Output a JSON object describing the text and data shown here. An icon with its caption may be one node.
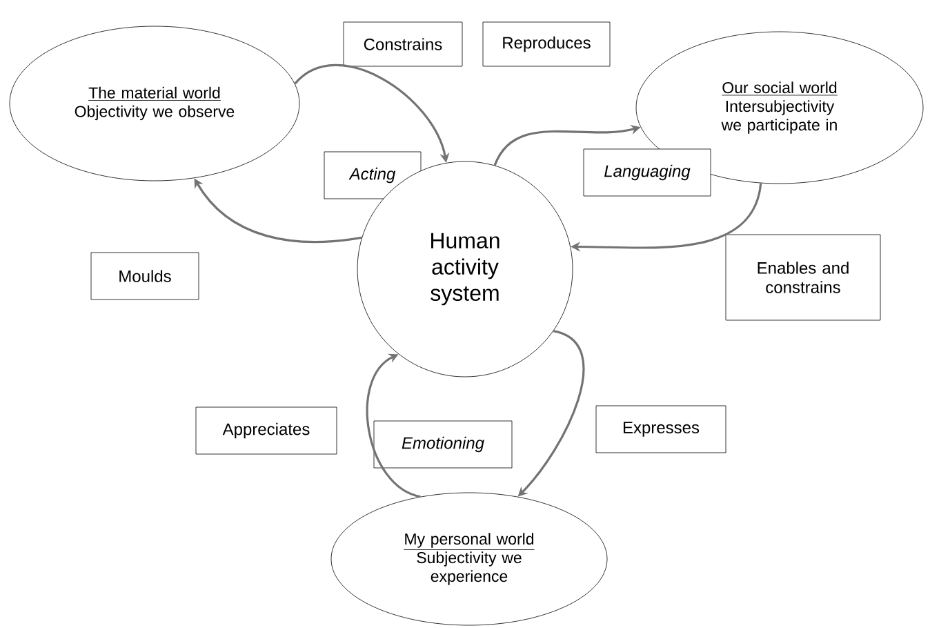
{
  "diagram": {
    "nodes": [
      {
        "text": [
          "The material world",
          "Objectivity we observe"
        ]
      },
      {
        "text": [
          "Constrains"
        ]
      },
      {
        "text": [
          "Reproduces"
        ]
      },
      {
        "text": [
          "Our social world",
          "Intersubjectivity we participate in"
        ]
      },
      {
        "text": [
          "Acting"
        ]
      },
      {
        "text": [
          "Languaging"
        ]
      },
      {
        "text": [
          "Moulds"
        ]
      },
      {
        "text": [
          "Human activity system"
        ]
      },
      {
        "text": [
          "Enables and constrains"
        ]
      },
      {
        "text": [
          "Appreciates"
        ]
      },
      {
        "text": [
          "Emotioning"
        ]
      },
      {
        "text": [
          "Expresses"
        ]
      },
      {
        "text": [
          "My personal world",
          "Subjectivity we experience"
        ]
      }
    ],
    "edges": [
      {
        "from": 0,
        "to": 7,
        "arrow": "to"
      },
      {
        "from": 7,
        "to": 3,
        "arrow": "to"
      },
      {
        "from": 7,
        "to": 0,
        "arrow": "to"
      },
      {
        "from": 3,
        "to": 7,
        "arrow": "to"
      },
      {
        "from": 7,
        "to": 12,
        "arrow": "to"
      },
      {
        "from": 12,
        "to": 7,
        "arrow": "to"
      }
    ]
  }
}
